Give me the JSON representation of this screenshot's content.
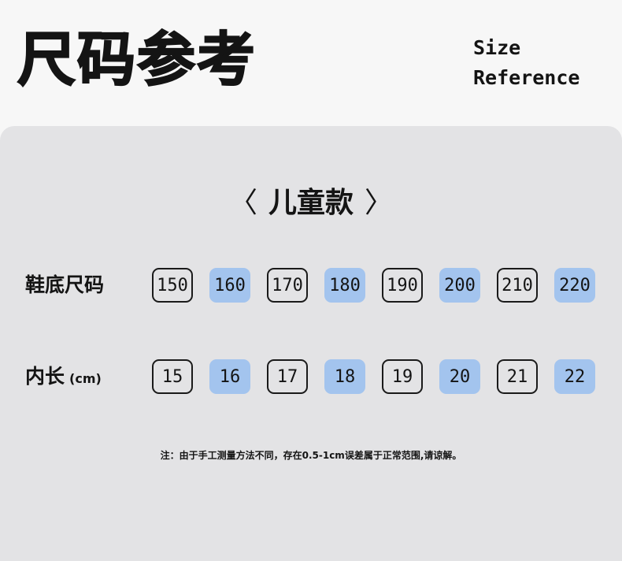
{
  "header": {
    "title_cn": "尺码参考",
    "title_en_line1": "Size",
    "title_en_line2": "Reference"
  },
  "section": {
    "bracket_left": "〈",
    "title": "儿童款",
    "bracket_right": "〉"
  },
  "rows": [
    {
      "label": "鞋底尺码",
      "unit": "",
      "values": [
        "150",
        "160",
        "170",
        "180",
        "190",
        "200",
        "210",
        "220"
      ]
    },
    {
      "label": "内长",
      "unit": "(cm)",
      "values": [
        "15",
        "16",
        "17",
        "18",
        "19",
        "20",
        "21",
        "22"
      ]
    }
  ],
  "cell_styles": [
    "outline",
    "fill",
    "outline",
    "fill",
    "outline",
    "fill",
    "outline",
    "fill"
  ],
  "colors": {
    "highlight": "#a3c4ee",
    "card_bg": "#e3e3e5"
  },
  "note": "注：由于手工测量方法不同，存在0.5-1cm误差属于正常范围,请谅解。"
}
